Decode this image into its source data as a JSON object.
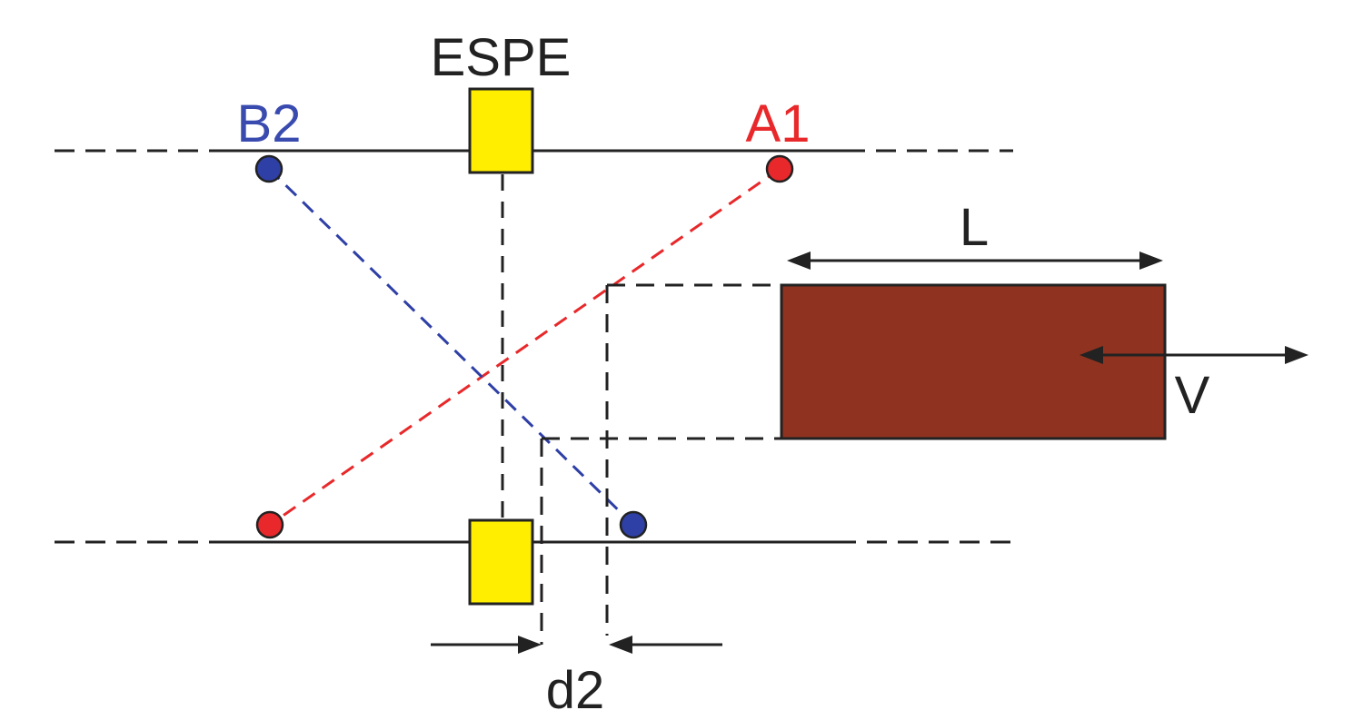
{
  "labels": {
    "espe": "ESPE",
    "b2": "B2",
    "a1": "A1",
    "length": "L",
    "velocity": "V",
    "distance": "d2"
  },
  "colors": {
    "background": "#ffffff",
    "line": "#222222",
    "sensor_fill": "#ffee00",
    "object_fill": "#8f3320",
    "beam_red": "#e8282a",
    "beam_blue": "#2e3fa6",
    "label_blue": "#3a4bb0",
    "label_red": "#e8282a"
  }
}
